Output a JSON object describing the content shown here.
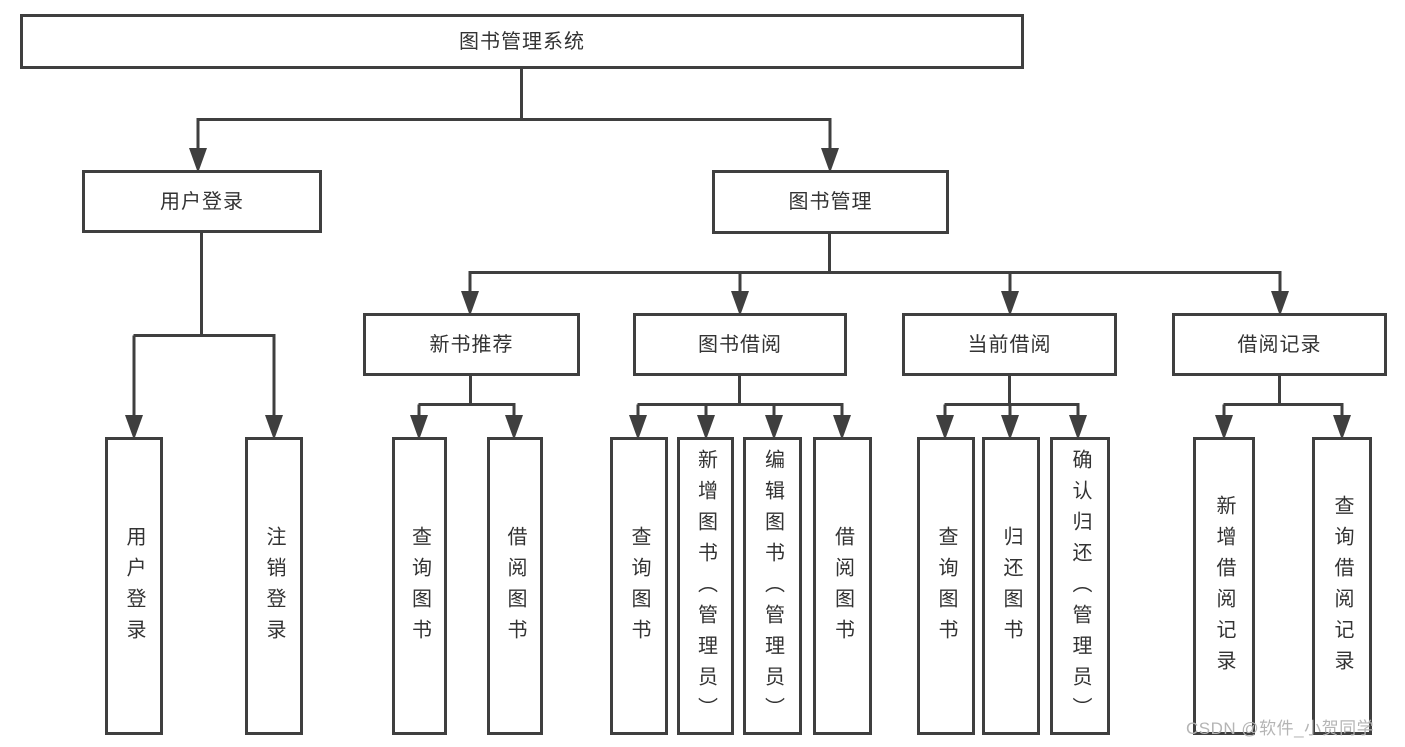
{
  "diagram": {
    "root": {
      "label": "图书管理系统"
    },
    "level2": [
      {
        "label": "用户登录"
      },
      {
        "label": "图书管理"
      }
    ],
    "level3": [
      {
        "label": "新书推荐",
        "parent": "图书管理"
      },
      {
        "label": "图书借阅",
        "parent": "图书管理"
      },
      {
        "label": "当前借阅",
        "parent": "图书管理"
      },
      {
        "label": "借阅记录",
        "parent": "图书管理"
      }
    ],
    "leaves": [
      {
        "label": "用户登录",
        "parent": "用户登录"
      },
      {
        "label": "注销登录",
        "parent": "用户登录"
      },
      {
        "label": "查询图书",
        "parent": "新书推荐"
      },
      {
        "label": "借阅图书",
        "parent": "新书推荐"
      },
      {
        "label": "查询图书",
        "parent": "图书借阅"
      },
      {
        "label": "新增图书（管理员）",
        "parent": "图书借阅"
      },
      {
        "label": "编辑图书（管理员）",
        "parent": "图书借阅"
      },
      {
        "label": "借阅图书",
        "parent": "图书借阅"
      },
      {
        "label": "查询图书",
        "parent": "当前借阅"
      },
      {
        "label": "归还图书",
        "parent": "当前借阅"
      },
      {
        "label": "确认归还（管理员）",
        "parent": "当前借阅"
      },
      {
        "label": "新增借阅记录",
        "parent": "借阅记录"
      },
      {
        "label": "查询借阅记录",
        "parent": "借阅记录"
      }
    ],
    "colors": {
      "line": "#3f3f3f",
      "text": "#333333",
      "background": "#ffffff"
    }
  },
  "watermark": {
    "text": "CSDN @软件_小贺同学",
    "color": "#b5b5b5"
  }
}
